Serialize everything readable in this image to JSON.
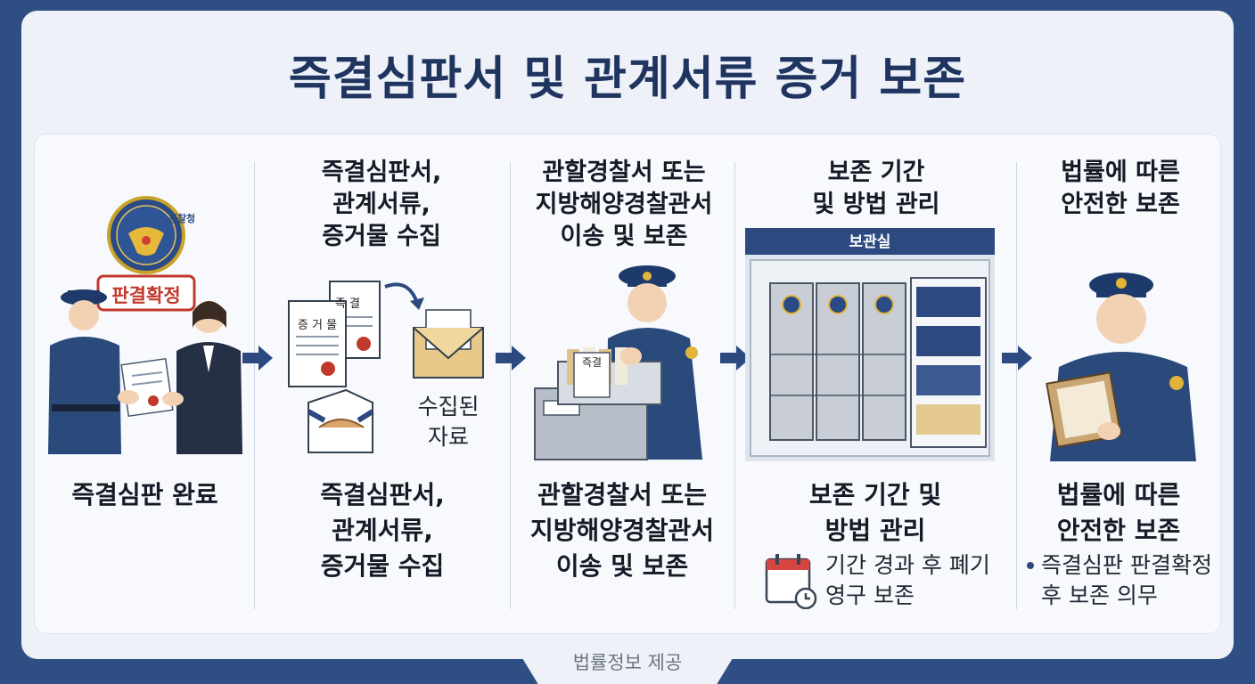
{
  "title": "즉결심판서 및 관계서류 증거 보존",
  "colors": {
    "background": "#2f4f84",
    "title": "#1f3560",
    "arrow": "#2c4a80",
    "stamp_red": "#c0392b",
    "uniform": "#1e3a6b"
  },
  "steps": [
    {
      "id": "step1",
      "heading": [],
      "caption": [
        "즉결심판 완료"
      ],
      "stamp_label": "판결확정",
      "emblem_text": "경찰청",
      "icon": "police-handover-illustration"
    },
    {
      "id": "step2",
      "heading": [
        "즉결심판서,",
        "관계서류,",
        "증거물 수집"
      ],
      "caption": [
        "즉결심판서,",
        "관계서류,",
        "증거물 수집"
      ],
      "doc_label_1": "즉 결",
      "doc_label_2": "증 거 물",
      "collected_label": [
        "수집된",
        "자료"
      ],
      "icon": "document-collection-illustration"
    },
    {
      "id": "step3",
      "heading": [
        "관할경찰서 또는",
        "지방해양경찰관서",
        "이송 및 보존"
      ],
      "caption": [
        "관할경찰서 또는",
        "지방해양경찰관서",
        "이송 및 보존"
      ],
      "folder_label": "즉결",
      "icon": "officer-filing-illustration"
    },
    {
      "id": "step4",
      "heading": [
        "보존 기간",
        "및 방법 관리"
      ],
      "caption": [
        "보존 기간 및",
        "방법 관리"
      ],
      "storage_label": "보관실",
      "notes": [
        "기간 경과 후 폐기",
        "영구 보존"
      ],
      "icon": "storage-room-illustration"
    },
    {
      "id": "step5",
      "heading": [
        "법률에 따른",
        "안전한 보존"
      ],
      "caption": [
        "법률에 따른",
        "안전한 보존"
      ],
      "notes": [
        "즉결심판 판결확정",
        "후 보존 의무"
      ],
      "icon": "officer-clipboard-illustration"
    }
  ],
  "footer": "법률정보 제공"
}
